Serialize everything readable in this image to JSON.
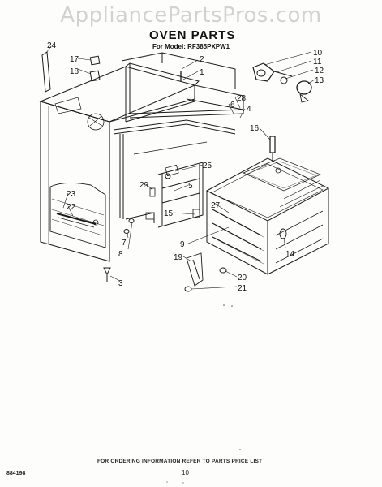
{
  "watermark": "AppliancePartsPros.com",
  "header": {
    "title": "OVEN PARTS",
    "subtitle": "For Model: RF385PXPW1"
  },
  "callouts": [
    "24",
    "17",
    "18",
    "2",
    "1",
    "10",
    "11",
    "12",
    "13",
    "28",
    "6",
    "4",
    "16",
    "25",
    "5",
    "23",
    "22",
    "29",
    "27",
    "15",
    "7",
    "8",
    "9",
    "14",
    "19",
    "20",
    "21",
    "3"
  ],
  "footer": {
    "ordering_note": "FOR ORDERING INFORMATION REFER TO PARTS PRICE LIST",
    "doc_number": "884198",
    "page_number": "10"
  }
}
